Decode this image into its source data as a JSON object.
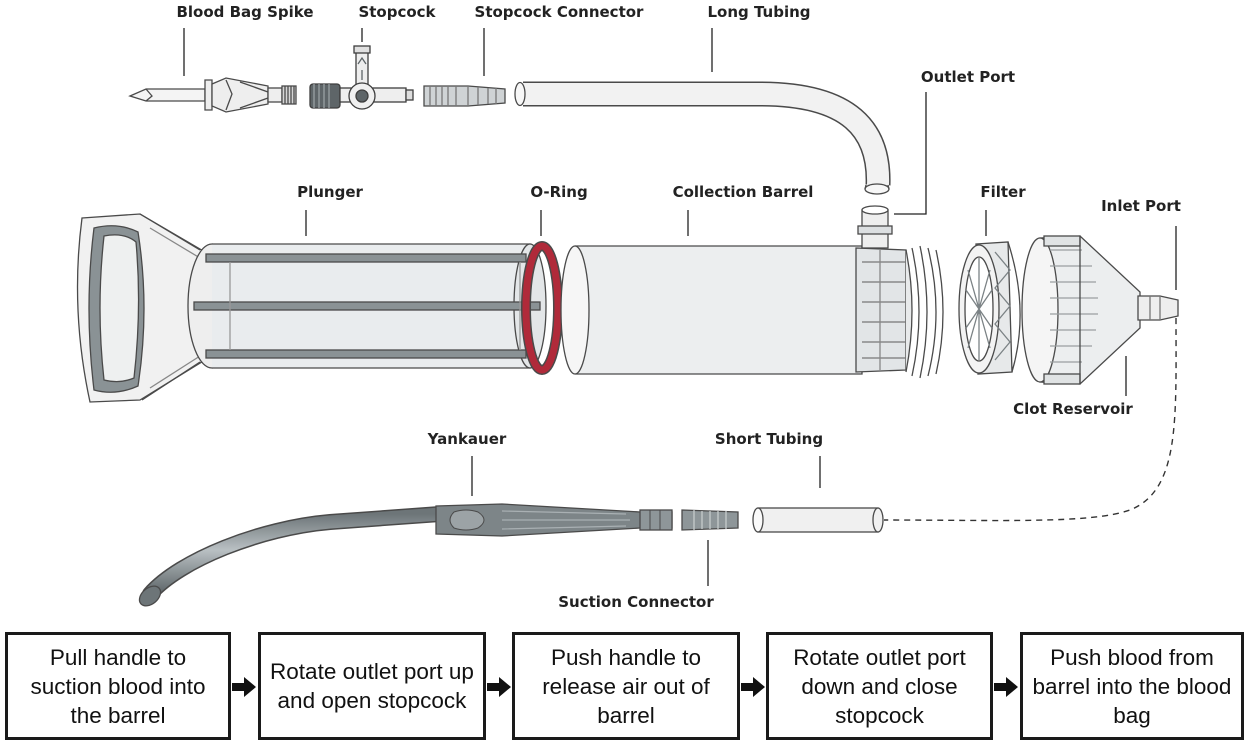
{
  "labels": {
    "blood_bag_spike": "Blood Bag Spike",
    "stopcock": "Stopcock",
    "stopcock_connector": "Stopcock Connector",
    "long_tubing": "Long Tubing",
    "outlet_port": "Outlet Port",
    "plunger": "Plunger",
    "o_ring": "O-Ring",
    "collection_barrel": "Collection Barrel",
    "filter": "Filter",
    "inlet_port": "Inlet Port",
    "clot_reservoir": "Clot Reservoir",
    "yankauer": "Yankauer",
    "short_tubing": "Short Tubing",
    "suction_connector": "Suction Connector"
  },
  "steps": [
    {
      "text": "Pull handle to suction blood into the barrel"
    },
    {
      "text": "Rotate outlet port up and open stopcock"
    },
    {
      "text": "Push handle to release air out of barrel"
    },
    {
      "text": "Rotate outlet port down and close stopcock"
    },
    {
      "text": "Push blood from barrel into the blood bag"
    }
  ],
  "colors": {
    "outline": "#4a4a4a",
    "part_fill": "#eeeeee",
    "handle_gray": "#8a9295",
    "o_ring_red": "#b02a3a",
    "step_border": "#1a1a1a"
  }
}
